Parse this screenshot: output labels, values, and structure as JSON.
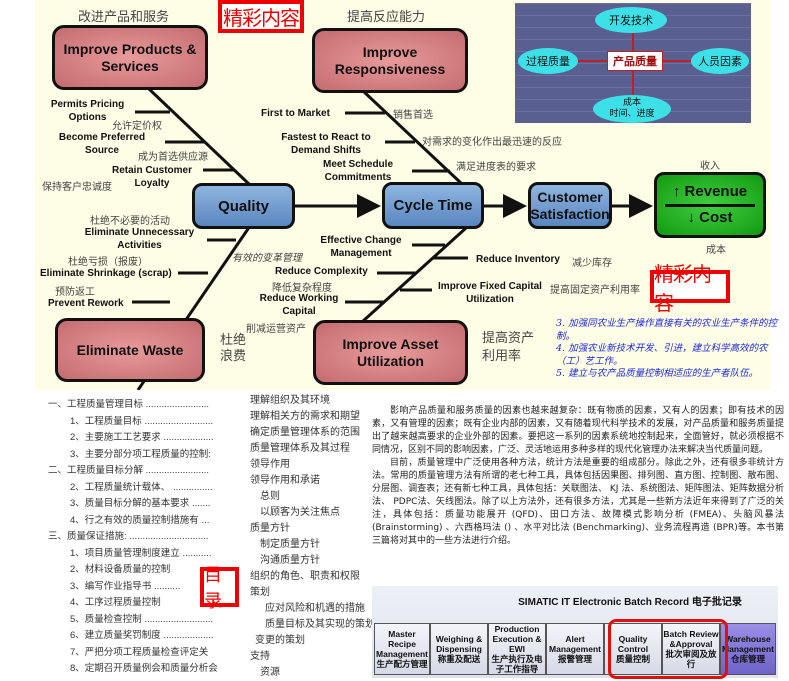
{
  "fishbone": {
    "heading_left": "改进产品和服务",
    "heading_right": "提高反应能力",
    "stamp_top": "精彩内容",
    "stamp_mid": "精彩内容",
    "box_products": "Improve Products & Services",
    "box_responsiveness": "Improve Responsiveness",
    "box_quality": "Quality",
    "box_cycle": "Cycle Time",
    "box_customer": "Customer Satisfaction",
    "revenue": "↑ Revenue",
    "cost": "↓ Cost",
    "revenue_cn": "收入",
    "cost_cn": "成本",
    "box_waste": "Eliminate Waste",
    "waste_cn1": "杜绝",
    "waste_cn2": "浪费",
    "box_asset": "Improve Asset Utilization",
    "asset_cn1": "提高资产",
    "asset_cn2": "利用率",
    "items": {
      "pricing": "Permits Pricing Options",
      "pricing_cn": "允许定价权",
      "preferred": "Become Preferred Source",
      "preferred_cn": "成为首选供应源",
      "loyalty": "Retain Customer Loyalty",
      "loyalty_cn": "保持客户忠诚度",
      "first": "First to Market",
      "first_cn": "销售首选",
      "fastest": "Fastest to React to Demand Shifts",
      "fastest_cn": "对需求的变化作出最迅速的反应",
      "schedule": "Meet Schedule Commitments",
      "schedule_cn": "满足进度表的要求",
      "unnecessary": "Eliminate Unnecessary Activities",
      "unnecessary_cn": "杜绝不必要的活动",
      "shrinkage": "Eliminate Shrinkage (scrap)",
      "shrinkage_cn": "杜绝亏损（报废）",
      "rework": "Prevent Rework",
      "rework_cn": "预防返工",
      "change": "Effective Change Management",
      "change_cn": "有效的变革管理",
      "inventory": "Reduce Inventory",
      "inventory_cn": "减少库存",
      "complexity": "Reduce Complexity",
      "complexity_cn": "降低复杂程度",
      "fixed": "Improve Fixed Capital Utilization",
      "fixed_cn": "提高固定资产利用率",
      "working": "Reduce Working Capital",
      "working_cn": "削减运营资产"
    }
  },
  "quality_diagram": {
    "center": "产品质量",
    "top": "开发技术",
    "left": "过程质量",
    "right": "人员因素",
    "bottom1": "成本",
    "bottom2": "时间、进度"
  },
  "blue_list": [
    "3. 加强同农业生产操作直接有关的农业生产条件的控制。",
    "4. 加强农业新技术开发、引进，建立科学高效的农（工）艺工作。",
    "5. 建立与农产品质量控制相适应的生产者队伍。"
  ],
  "toc": {
    "stamp": "目录",
    "items": [
      {
        "text": "一、工程质量管理目标",
        "dots": "........................",
        "lvl": 0
      },
      {
        "text": "1、工程质量目标",
        "dots": "..........................",
        "lvl": 1
      },
      {
        "text": "2、主要施工工艺要求",
        "dots": "...................",
        "lvl": 1
      },
      {
        "text": "3、主要分部分项工程质量的控制:",
        "dots": "",
        "lvl": 1
      },
      {
        "text": "二、工程质量目标分解",
        "dots": "........................",
        "lvl": 0
      },
      {
        "text": "2、工程质量统计载体、",
        "dots": "...............",
        "lvl": 1
      },
      {
        "text": "3、质量目标分解的基本要求",
        "dots": ".......",
        "lvl": 1
      },
      {
        "text": "4、行之有效的质量控制措施有",
        "dots": "...",
        "lvl": 1
      },
      {
        "text": "三、质量保证措施:",
        "dots": "..............................",
        "lvl": 0
      },
      {
        "text": "1、项目质量管理制度建立",
        "dots": "...........",
        "lvl": 1
      },
      {
        "text": "2、材料设备质量的控制",
        "dots": "",
        "lvl": 1
      },
      {
        "text": "3、编写作业指导书",
        "dots": "..........",
        "lvl": 1
      },
      {
        "text": "4、工序过程质量控制",
        "dots": "",
        "lvl": 1
      },
      {
        "text": "5、质量检查控制",
        "dots": "..........................",
        "lvl": 1
      },
      {
        "text": "6、建立质量奖罚制度",
        "dots": "...................",
        "lvl": 1
      },
      {
        "text": "7、严把分项工程质量检查评定关",
        "dots": "",
        "lvl": 1
      },
      {
        "text": "8、定期召开质量例会和质量分析会",
        "dots": "",
        "lvl": 1
      }
    ]
  },
  "iso_list": [
    "理解组织及其环境",
    "理解相关方的需求和期望",
    "确定质量管理体系的范围",
    "质量管理体系及其过程",
    "领导作用",
    "领导作用和承诺",
    "总则",
    "以顾客为关注焦点",
    "质量方针",
    "制定质量方针",
    "沟通质量方针",
    "组织的角色、职责和权限",
    "策划",
    "应对风险和机遇的措施",
    "质量目标及其实现的策划",
    "变更的策划",
    "支持",
    "资源"
  ],
  "article": {
    "p1": "影响产品质量和服务质量的因素也越来越复杂：既有物质的因素，又有人的因素；即有技术的因素，又有管理的因素；既有企业内部的因素，又有随着现代科学技术的发展，对产品质量和服务质量提出了越来越高要求的企业外部的因素。要把这一系列的因素系统地控制起来，全面管好，就必须根据不同情况，区别不同的影响因素，广泛、灵活地运用多种多样的现代化管理办法来解决当代质量问题。",
    "p2": "目前，质量管理中广泛使用各种方法，统计方法是重要的组成部分。除此之外，还有很多非统计方法。常用的质量管理方法有所谓的老七种工具，具体包括因果图、排列图、直方图、控制图、散布图、分层图、调查表；还有新七种工具，具体包括：关联图法、 KJ 法、系统图法、矩阵图法、矩阵数据分析法、 PDPC法、矢线图法。除了以上方法外，还有很多方法，尤其是一些新方法近年来得到了广泛的关注，具体包括：质量功能展开 (QFD)、田口方法、故障模式影响分析 (FMEA)、头脑风暴法 (Brainstorming) 、六西格玛法 () 、水平对比法 (Benchmarking)、业务流程再造 (BPR)等。本书第三篇将对其中的一些方法进行介绍。"
  },
  "simatic": {
    "title": "SIMATIC IT Electronic Batch Record 电子批记录",
    "modules": [
      {
        "en": "Master Recipe Management",
        "cn": "生产配方管理"
      },
      {
        "en": "Weighing & Dispensing",
        "cn": "称重及配送"
      },
      {
        "en": "Production Execution & EWI",
        "cn": "生产执行及电子工作指导"
      },
      {
        "en": "Alert Management",
        "cn": "报警管理"
      },
      {
        "en": "Quality Control",
        "cn": "质量控制"
      },
      {
        "en": "Batch Review &Approval",
        "cn": "批次审阅及放行"
      },
      {
        "en": "Warehouse Management",
        "cn": "仓库管理"
      }
    ],
    "highlight_color": "#e01010"
  }
}
